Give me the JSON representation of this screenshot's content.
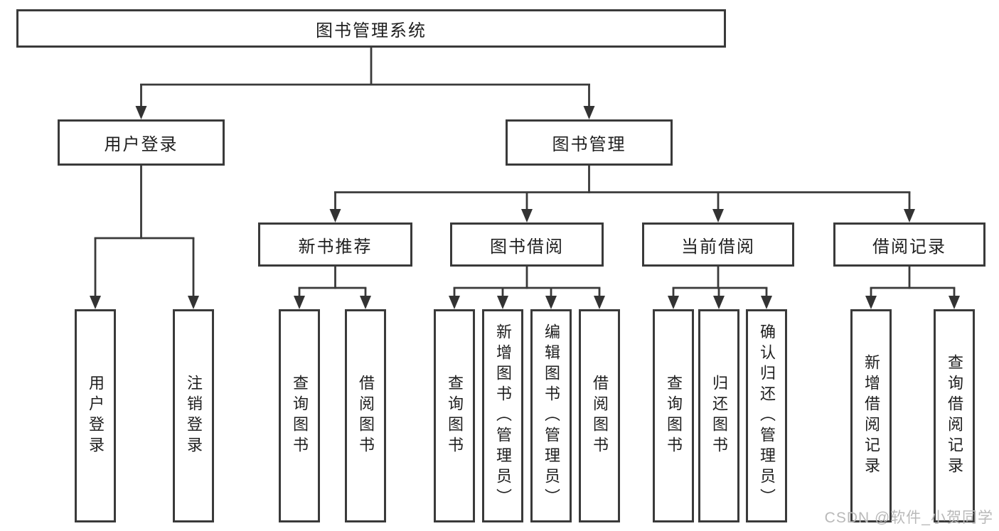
{
  "diagram": {
    "root": {
      "label": "图书管理系统"
    },
    "level2": [
      {
        "label": "用户登录"
      },
      {
        "label": "图书管理"
      }
    ],
    "level3": [
      {
        "label": "新书推荐",
        "parent": "图书管理"
      },
      {
        "label": "图书借阅",
        "parent": "图书管理"
      },
      {
        "label": "当前借阅",
        "parent": "图书管理"
      },
      {
        "label": "借阅记录",
        "parent": "图书管理"
      }
    ],
    "leaves": [
      {
        "label": "用户登录",
        "parent": "用户登录"
      },
      {
        "label": "注销登录",
        "parent": "用户登录"
      },
      {
        "label": "查询图书",
        "parent": "新书推荐"
      },
      {
        "label": "借阅图书",
        "parent": "新书推荐"
      },
      {
        "label": "查询图书",
        "parent": "图书借阅"
      },
      {
        "label": "新增图书（管理员）",
        "parent": "图书借阅"
      },
      {
        "label": "编辑图书（管理员）",
        "parent": "图书借阅"
      },
      {
        "label": "借阅图书",
        "parent": "图书借阅"
      },
      {
        "label": "查询图书",
        "parent": "当前借阅"
      },
      {
        "label": "归还图书",
        "parent": "当前借阅"
      },
      {
        "label": "确认归还（管理员）",
        "parent": "当前借阅"
      },
      {
        "label": "新增借阅记录",
        "parent": "借阅记录"
      },
      {
        "label": "查询借阅记录",
        "parent": "借阅记录"
      }
    ],
    "style": {
      "line_color": "#3a3a3a",
      "text_color": "#1f1f1f",
      "box_background": "#ffffff"
    }
  },
  "watermark": {
    "text": "CSDN @软件_小贺同学",
    "color": "#b9b9b9"
  }
}
